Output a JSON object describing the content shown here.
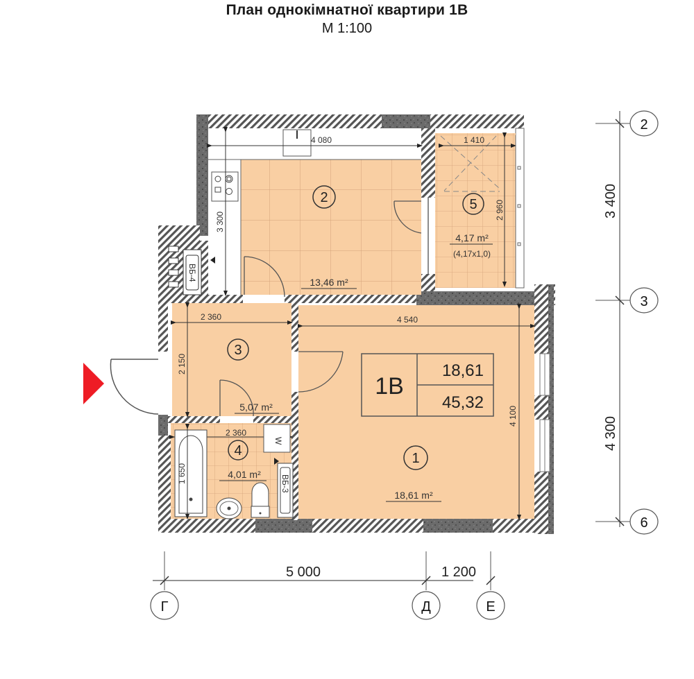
{
  "header": {
    "title": "План однокімнатної квартири 1В",
    "scale": "М 1:100"
  },
  "apartment": {
    "code": "1В",
    "living_area": "18,61",
    "total_area": "45,32"
  },
  "rooms": [
    {
      "number": "1",
      "area": "18,61 m²",
      "width_dim": "4 540",
      "height_dim": "4 100"
    },
    {
      "number": "2",
      "area": "13,46 m²",
      "width_dim": "4 080",
      "height_dim": "3 300"
    },
    {
      "number": "3",
      "area": "5,07 m²",
      "width_dim": "2 360",
      "height_dim": "2 150"
    },
    {
      "number": "4",
      "area": "4,01 m²",
      "width_dim": "2 360",
      "height_dim": "1 650"
    },
    {
      "number": "5",
      "area": "4,17 m²",
      "area_note": "(4,17x1,0)",
      "width_dim": "1 410",
      "height_dim": "2 960"
    }
  ],
  "shafts": [
    {
      "label": "ВБ-4"
    },
    {
      "label": "ВБ-3"
    }
  ],
  "fixtures": {
    "washer_label": "W"
  },
  "axes": {
    "vertical": [
      {
        "label": "2"
      },
      {
        "label": "3"
      },
      {
        "label": "6"
      }
    ],
    "vertical_dims": [
      "3 400",
      "4 300"
    ],
    "horizontal": [
      {
        "label": "Г"
      },
      {
        "label": "Д"
      },
      {
        "label": "Е"
      }
    ],
    "horizontal_dims": [
      "5 000",
      "1 200"
    ]
  },
  "colors": {
    "floor": "#F9CFA3",
    "tile_line": "#D9A77A",
    "wall_dark": "#5E5E5E",
    "entrance_marker": "#EE1C25"
  }
}
